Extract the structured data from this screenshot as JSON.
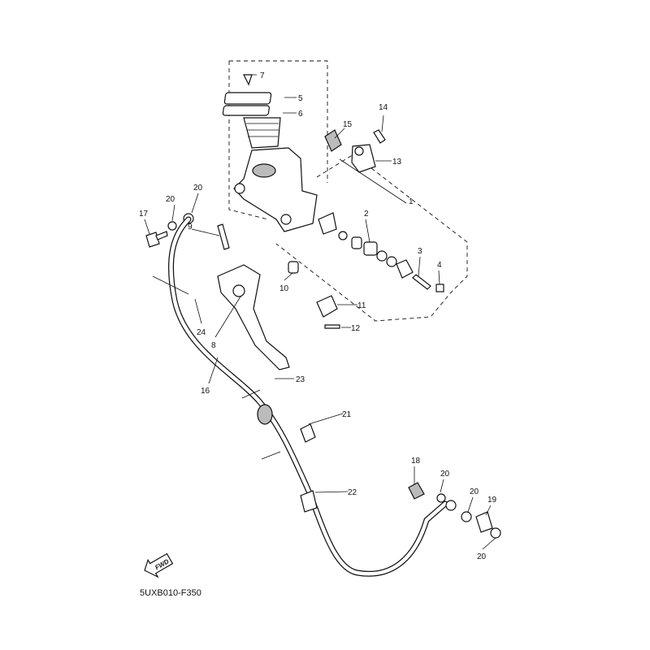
{
  "diagram": {
    "code": "5UXB010-F350",
    "fwd_label": "FWD",
    "callouts": {
      "c1": "1",
      "c2": "2",
      "c3": "3",
      "c4": "4",
      "c5": "5",
      "c6": "6",
      "c7": "7",
      "c8": "8",
      "c9": "9",
      "c10": "10",
      "c11": "11",
      "c12": "12",
      "c13": "13",
      "c14": "14",
      "c15": "15",
      "c16": "16",
      "c17": "17",
      "c18": "18",
      "c19": "19",
      "c20a": "20",
      "c20b": "20",
      "c20c": "20",
      "c20d": "20",
      "c20e": "20",
      "c21": "21",
      "c22": "22",
      "c23": "23",
      "c24": "24"
    }
  }
}
